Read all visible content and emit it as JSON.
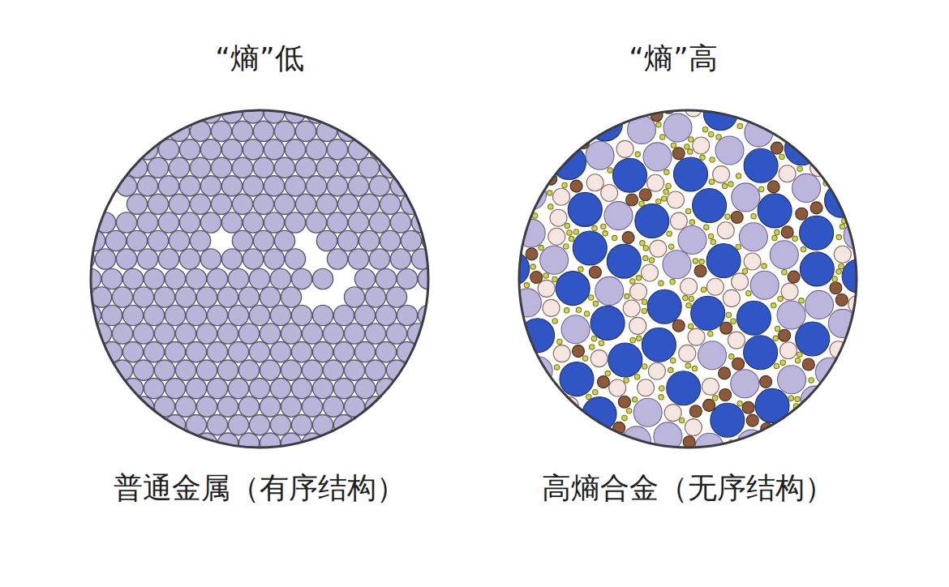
{
  "diagram": {
    "nodes": [
      {
        "text": [
          "“熵”低",
          "普通金属（有序结构）"
        ]
      },
      {
        "text": [
          "“熵”高",
          "高熵合金（无序结构）"
        ]
      }
    ]
  }
}
